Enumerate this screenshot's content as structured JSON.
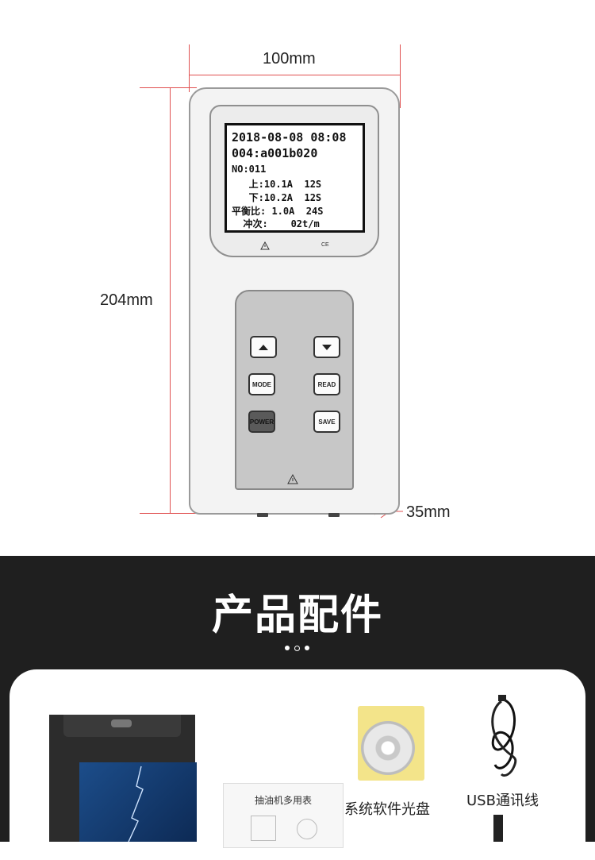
{
  "dimensions": {
    "width": "100mm",
    "height": "204mm",
    "depth": "35mm"
  },
  "screen": {
    "line1": "2018-08-08 08:08",
    "line2": "004:a001b020",
    "line3": "NO:011",
    "line4": "   上:10.1A  12S",
    "line5": "   下:10.2A  12S",
    "line6": "平衡比: 1.0A  24S",
    "line7": "  冲次:    02t/m"
  },
  "device_marks": {
    "ce_mark": "CE"
  },
  "keys": {
    "mode": "MODE",
    "read": "READ",
    "power": "POWER",
    "save": "SAVE"
  },
  "section": {
    "title": "产品配件"
  },
  "accessories": {
    "cd_label": "系统软件光盘",
    "usb_label": "USB通讯线",
    "manual_title": "抽油机多用表"
  }
}
